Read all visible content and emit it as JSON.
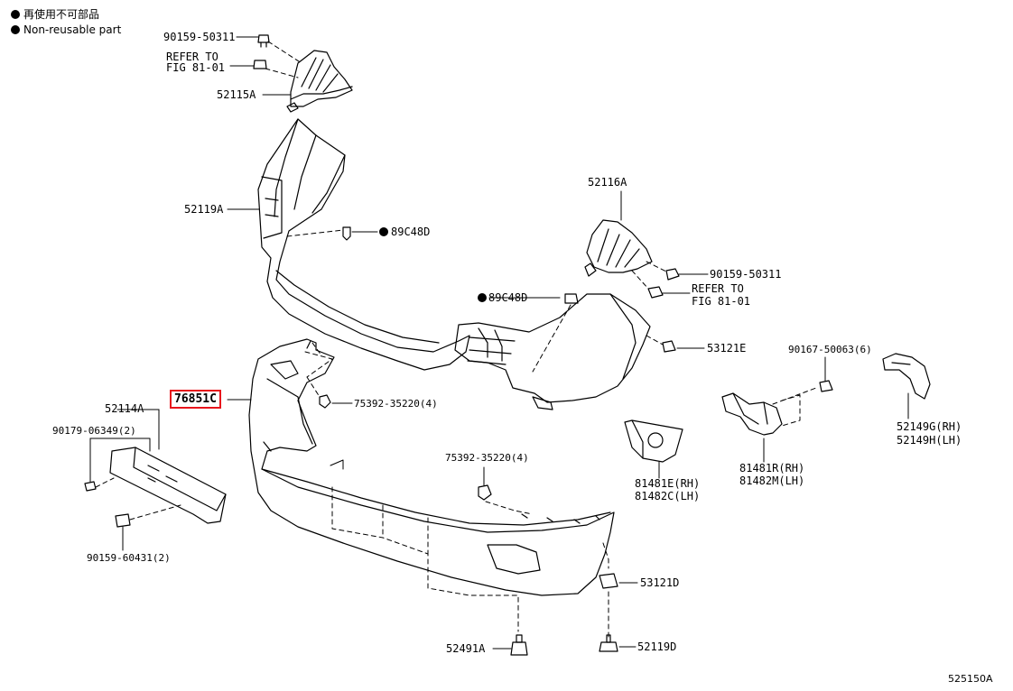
{
  "legend": {
    "line1": "再使用不可部品",
    "line2": "Non-reusable part"
  },
  "highlight_color": "#e8141c",
  "labels": {
    "p90159_50311_top": "90159-50311",
    "refer_to_top": "REFER TO",
    "fig_81_01_top": "FIG 81-01",
    "p52115A": "52115A",
    "p52119A": "52119A",
    "p89C48D_upper": "89C48D",
    "p52116A": "52116A",
    "p90159_50311_right": "90159-50311",
    "refer_to_right": "REFER TO",
    "fig_81_01_right": "FIG 81-01",
    "p89C48D_lower": "89C48D",
    "p53121E": "53121E",
    "p90167_50063": "90167-50063(6)",
    "p76851C": "76851C",
    "p75392_upper": "75392-35220(4)",
    "p52114A": "52114A",
    "p90179_06349": "90179-06349(2)",
    "p52149G": "52149G(RH)",
    "p52149H": "52149H(LH)",
    "p75392_lower": "75392-35220(4)",
    "p81481E": "81481E(RH)",
    "p81482C": "81482C(LH)",
    "p81481R": "81481R(RH)",
    "p81482M": "81482M(LH)",
    "p90159_60431": "90159-60431(2)",
    "p53121D": "53121D",
    "p52491A": "52491A",
    "p52119D": "52119D"
  },
  "footer": "525150A"
}
